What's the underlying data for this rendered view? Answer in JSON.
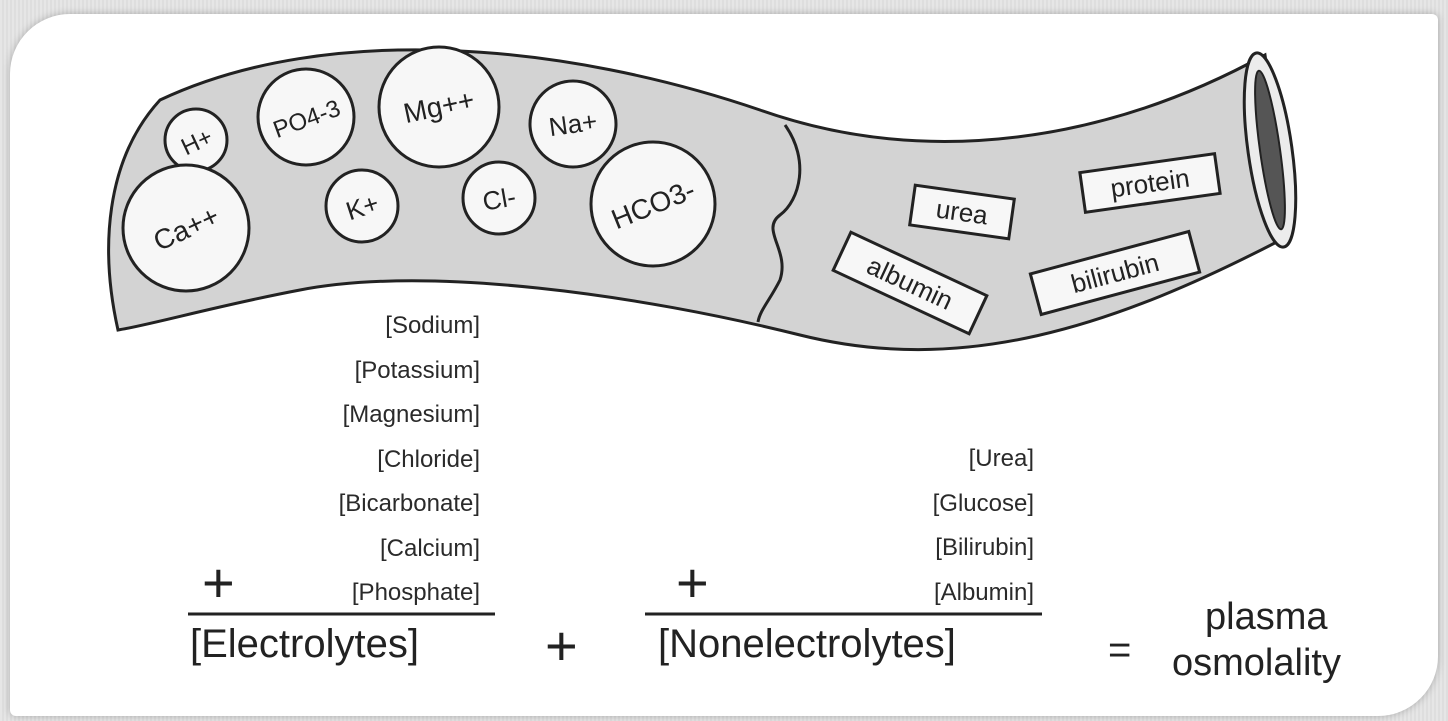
{
  "vessel": {
    "ions": {
      "h": "H+",
      "po4": "PO4-3",
      "mg": "Mg++",
      "na": "Na+",
      "ca": "Ca++",
      "k": "K+",
      "cl": "Cl-",
      "hco3": "HCO3-"
    },
    "nonelectrolytes": {
      "urea": "urea",
      "protein": "protein",
      "albumin": "albumin",
      "bilirubin": "bilirubin"
    }
  },
  "electrolytes_list": [
    "[Sodium]",
    "[Potassium]",
    "[Magnesium]",
    "[Chloride]",
    "[Bicarbonate]",
    "[Calcium]",
    "[Phosphate]"
  ],
  "nonelectrolytes_list": [
    "[Urea]",
    "[Glucose]",
    "[Bilirubin]",
    "[Albumin]"
  ],
  "equation": {
    "electrolytes": "[Electrolytes]",
    "plus": "+",
    "nonelectrolytes": "[Nonelectrolytes]",
    "equals": "=",
    "result_line1": "plasma",
    "result_line2": "osmolality"
  }
}
